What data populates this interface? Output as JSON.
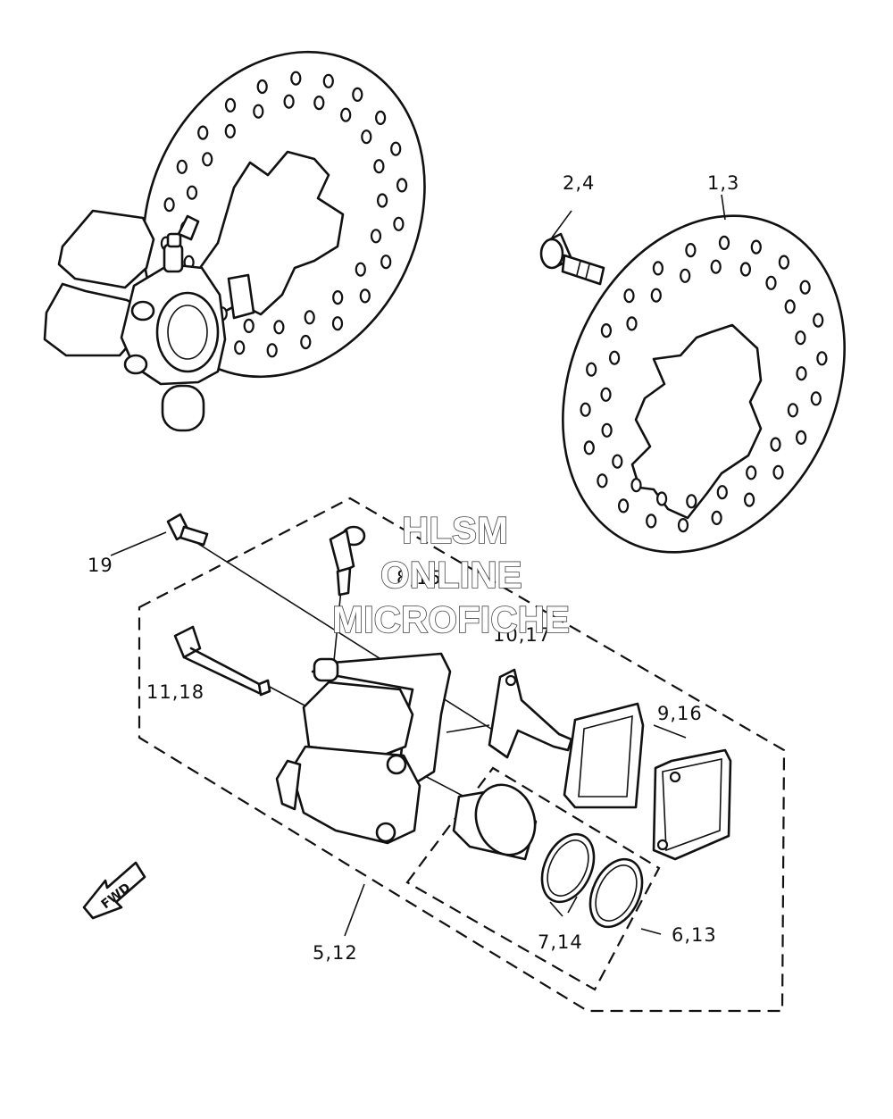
{
  "watermark": {
    "line1": "HLSM",
    "line2": "ONLINE",
    "line3": "MICROFICHE"
  },
  "fwd_label": "FWD",
  "callouts": [
    {
      "id": "1,3",
      "text": "1,3"
    },
    {
      "id": "2,4",
      "text": "2,4"
    },
    {
      "id": "19",
      "text": "19"
    },
    {
      "id": "8,15",
      "text": "8,15"
    },
    {
      "id": "10,17",
      "text": "10,17"
    },
    {
      "id": "11,18",
      "text": "11,18"
    },
    {
      "id": "9,16",
      "text": "9,16"
    },
    {
      "id": "7,14",
      "text": "7,14"
    },
    {
      "id": "6,13",
      "text": "6,13"
    },
    {
      "id": "5,12",
      "text": "5,12"
    }
  ]
}
